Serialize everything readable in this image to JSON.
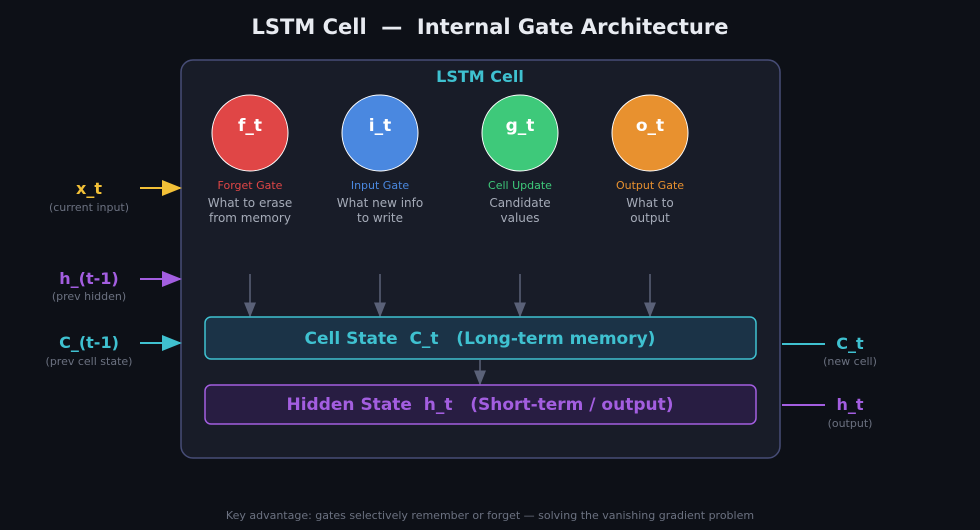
{
  "title": "LSTM Cell  —  Internal Gate Architecture",
  "cell_label": "LSTM Cell",
  "colors": {
    "forget": "#e04646",
    "input": "#4a88e0",
    "update": "#3ec97a",
    "output": "#e8912f",
    "teal": "#3fc1d0",
    "purple": "#a35ee0",
    "yellow": "#f2c037"
  },
  "gates": [
    {
      "symbol": "f_t",
      "name": "Forget Gate",
      "desc_line1": "What to erase",
      "desc_line2": "from memory"
    },
    {
      "symbol": "i_t",
      "name": "Input Gate",
      "desc_line1": "What new info",
      "desc_line2": "to write"
    },
    {
      "symbol": "g_t",
      "name": "Cell Update",
      "desc_line1": "Candidate",
      "desc_line2": "values"
    },
    {
      "symbol": "o_t",
      "name": "Output Gate",
      "desc_line1": "What to",
      "desc_line2": "output"
    }
  ],
  "inputs": [
    {
      "label": "x_t",
      "sub": "(current input)"
    },
    {
      "label": "h_(t-1)",
      "sub": "(prev hidden)"
    },
    {
      "label": "C_(t-1)",
      "sub": "(prev cell state)"
    }
  ],
  "cell_state": "Cell State  C_t   (Long-term memory)",
  "hidden_state": "Hidden State  h_t   (Short-term / output)",
  "outputs": [
    {
      "label": "C_t",
      "sub": "(new cell)"
    },
    {
      "label": "h_t",
      "sub": "(output)"
    }
  ],
  "footer": "Key advantage: gates selectively remember or forget — solving the vanishing gradient problem"
}
